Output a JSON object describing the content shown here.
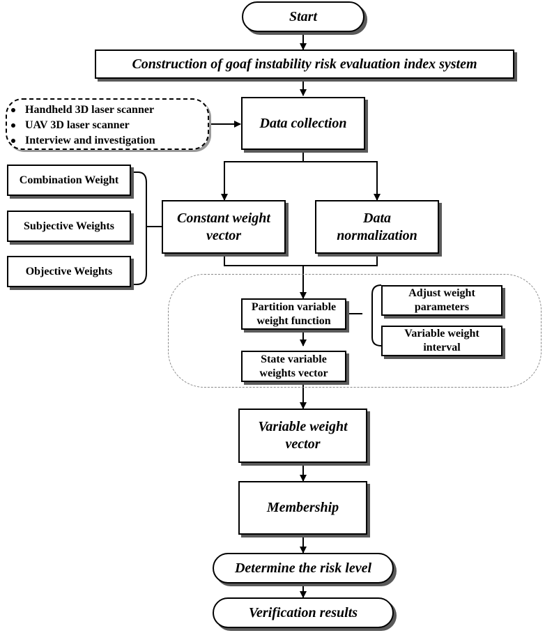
{
  "flowchart": {
    "start": "Start",
    "construction": "Construction of goaf instability risk evaluation index system",
    "data_collection": "Data collection",
    "sources": [
      "Handheld 3D laser scanner",
      "UAV 3D laser scanner",
      "Interview and investigation"
    ],
    "weights": [
      "Combination Weight",
      "Subjective Weights",
      "Objective Weights"
    ],
    "constant_weight_vector": "Constant weight vector",
    "data_normalization": "Data normalization",
    "partition_function": "Partition variable weight function",
    "state_vector": "State variable weights vector",
    "adjust_params": "Adjust weight parameters",
    "weight_interval": "Variable weight interval",
    "variable_weight_vector": "Variable weight vector",
    "membership": "Membership",
    "risk_level": "Determine the risk level",
    "verification": "Verification results"
  }
}
